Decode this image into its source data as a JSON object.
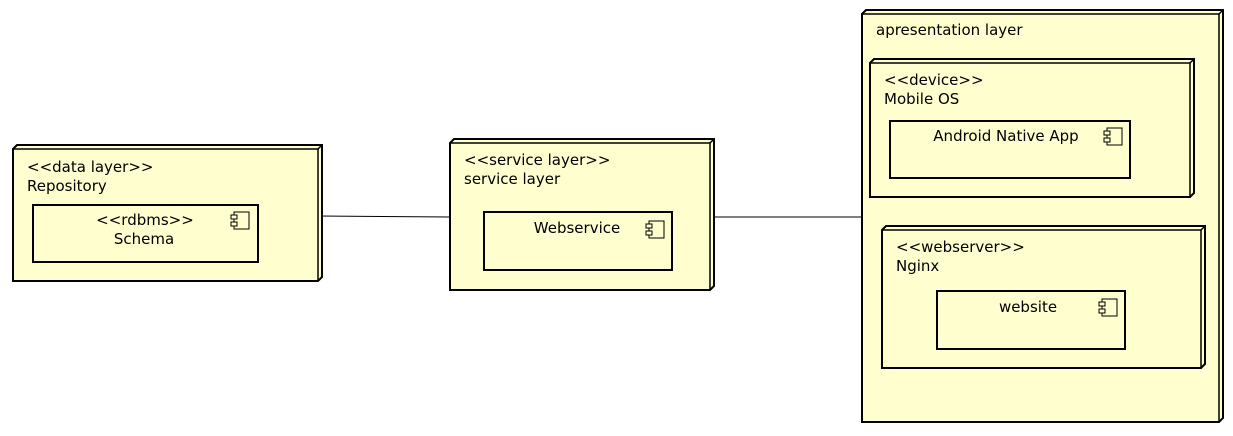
{
  "colors": {
    "node_fill": "#FEFECE",
    "stroke": "#000000",
    "background": "#FFFFFF"
  },
  "nodes": {
    "data_layer": {
      "stereotype": "<<data layer>>",
      "name": "Repository",
      "component": {
        "stereotype": "<<rdbms>>",
        "name": "Schema",
        "icon": "component-icon"
      }
    },
    "service_layer": {
      "stereotype": "<<service layer>>",
      "name": "service layer",
      "component": {
        "name": "Webservice",
        "icon": "component-icon"
      }
    },
    "presentation_layer": {
      "name": "apresentation layer",
      "device": {
        "stereotype": "<<device>>",
        "name": "Mobile OS",
        "component": {
          "name": "Android Native App",
          "icon": "component-icon"
        }
      },
      "webserver": {
        "stereotype": "<<webserver>>",
        "name": "Nginx",
        "component": {
          "name": "website",
          "icon": "component-icon"
        }
      }
    }
  },
  "connections": [
    {
      "from": "Repository",
      "to": "service layer"
    },
    {
      "from": "service layer",
      "to": "apresentation layer"
    }
  ]
}
